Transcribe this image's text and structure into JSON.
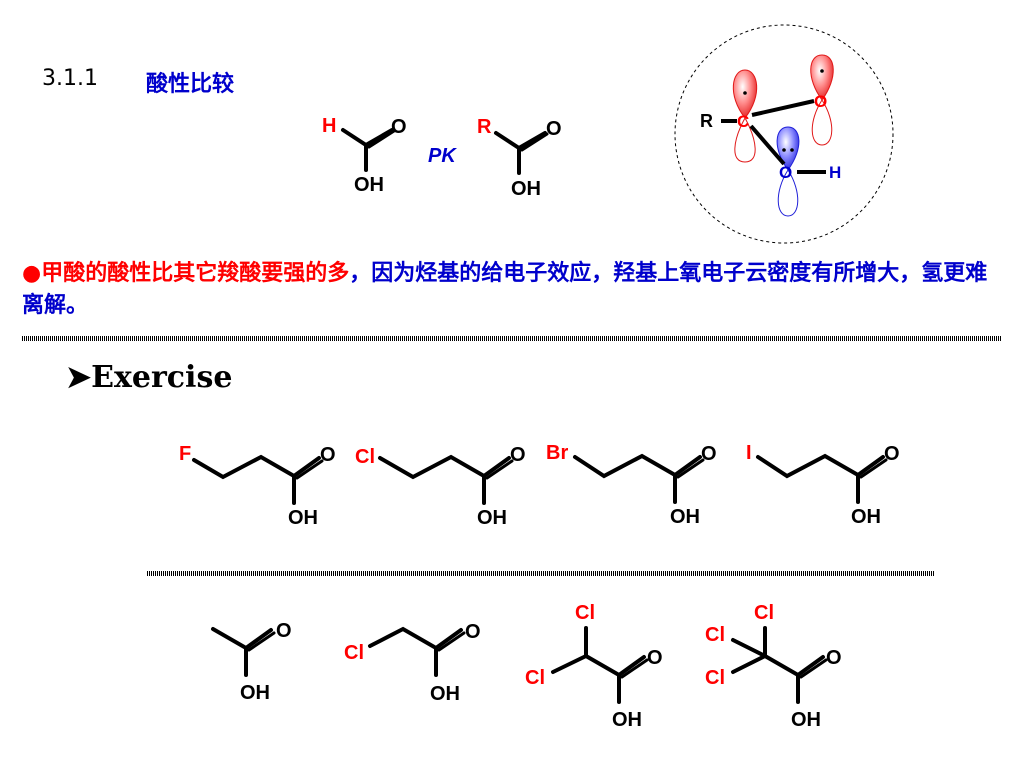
{
  "header": {
    "section_number": "3.1.1",
    "section_title": "酸性比较"
  },
  "comparison": {
    "operator": "PK",
    "formic_acid": {
      "substituent": "H",
      "carbonyl_o": "O",
      "hydroxyl": "OH"
    },
    "carboxylic_acid": {
      "substituent": "R",
      "carbonyl_o": "O",
      "hydroxyl": "OH"
    }
  },
  "orbital_diagram": {
    "r_label": "R",
    "c_label": "C",
    "o_top_label": "O",
    "o_hydroxyl_label": "O",
    "h_label": "H"
  },
  "explanation": {
    "red_part": "●甲酸的酸性比其它羧酸要强的多",
    "blue_part": "，因为烃基的给电子效应，羟基上氧电子云密度有所增大，氢更难离解。"
  },
  "exercise": {
    "heading": "Exercise",
    "row1": [
      {
        "halogen": "F",
        "carbonyl_o": "O",
        "hydroxyl": "OH"
      },
      {
        "halogen": "Cl",
        "carbonyl_o": "O",
        "hydroxyl": "OH"
      },
      {
        "halogen": "Br",
        "carbonyl_o": "O",
        "hydroxyl": "OH"
      },
      {
        "halogen": "I",
        "carbonyl_o": "O",
        "hydroxyl": "OH"
      }
    ],
    "row2": [
      {
        "name": "acetic",
        "carbonyl_o": "O",
        "hydroxyl": "OH"
      },
      {
        "name": "chloroacetic",
        "cl": "Cl",
        "carbonyl_o": "O",
        "hydroxyl": "OH"
      },
      {
        "name": "dichloroacetic",
        "cl_top": "Cl",
        "cl_left": "Cl",
        "carbonyl_o": "O",
        "hydroxyl": "OH"
      },
      {
        "name": "trichloroacetic",
        "cl_top": "Cl",
        "cl_upper_left": "Cl",
        "cl_lower_left": "Cl",
        "carbonyl_o": "O",
        "hydroxyl": "OH"
      }
    ]
  },
  "colors": {
    "heading_blue": "#0000cc",
    "accent_red": "#ff0000",
    "orbital_red": "#e02020",
    "orbital_blue": "#2020e0"
  }
}
